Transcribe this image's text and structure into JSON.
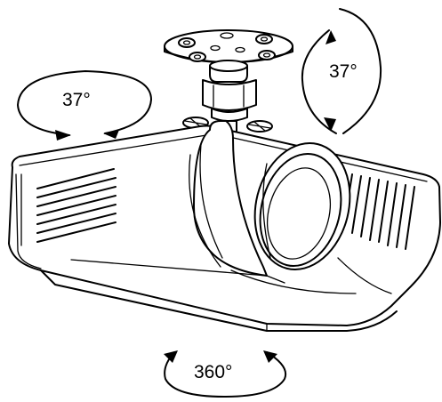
{
  "rotations": {
    "roll": "37°",
    "pan": "360°",
    "tilt": "37°"
  }
}
